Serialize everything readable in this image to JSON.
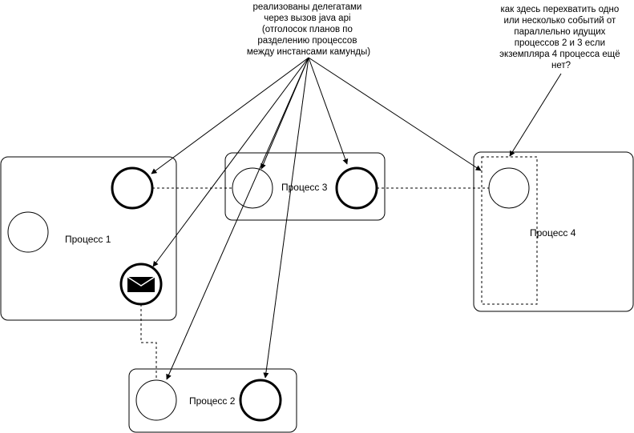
{
  "processes": {
    "p1": "Процесс 1",
    "p2": "Процесс 2",
    "p3": "Процесс 3",
    "p4": "Процесс 4"
  },
  "notes": {
    "delegates": [
      "реализованы делегатами",
      "через вызов java api",
      "(отголосок планов по",
      "разделению процессов",
      "между инстансами камунды)"
    ],
    "question": [
      "как здесь перехватить одно",
      "или несколько событий от",
      "параллельно идущих",
      "процессов 2 и 3 если",
      "экземпляра 4 процесса ещё",
      "нет?"
    ]
  },
  "icons": {
    "message": "envelope-icon"
  }
}
